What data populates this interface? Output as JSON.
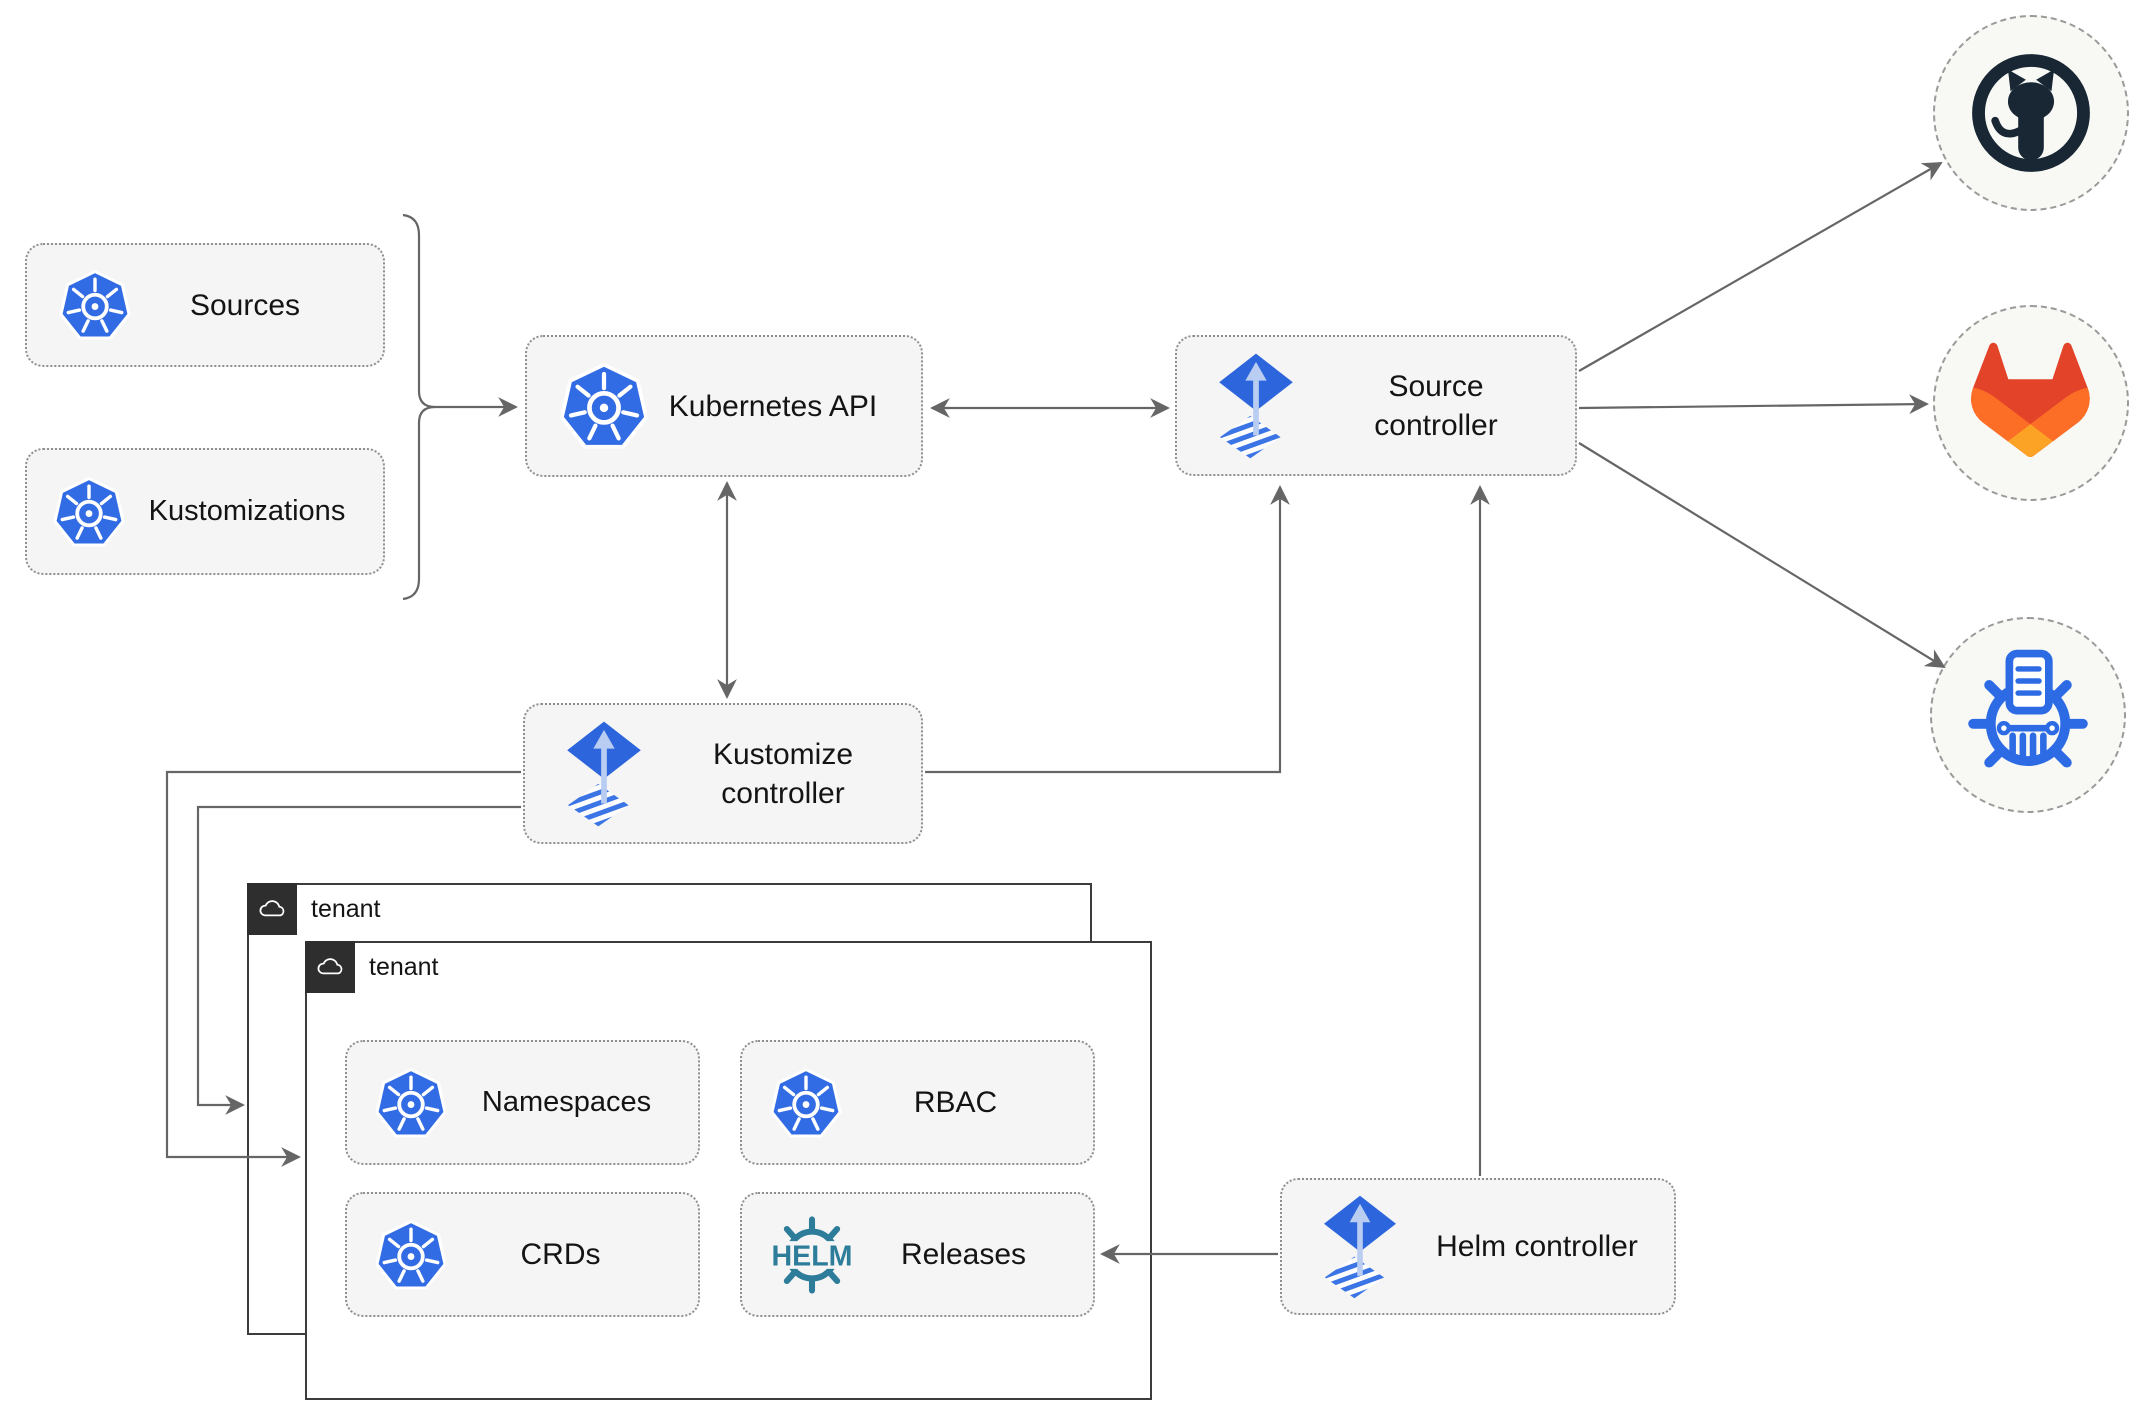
{
  "nodes": {
    "sources": {
      "label": "Sources",
      "icon": "kubernetes"
    },
    "kustomizations": {
      "label": "Kustomizations",
      "icon": "kubernetes"
    },
    "kubernetes_api": {
      "label": "Kubernetes API",
      "icon": "kubernetes"
    },
    "source_controller": {
      "label": "Source controller",
      "icon": "flux"
    },
    "kustomize_controller": {
      "label": "Kustomize controller",
      "icon": "flux"
    },
    "helm_controller": {
      "label": "Helm controller",
      "icon": "flux"
    },
    "namespaces": {
      "label": "Namespaces",
      "icon": "kubernetes"
    },
    "rbac": {
      "label": "RBAC",
      "icon": "kubernetes"
    },
    "crds": {
      "label": "CRDs",
      "icon": "kubernetes"
    },
    "releases": {
      "label": "Releases",
      "icon": "helm",
      "icon_text": "HELM"
    }
  },
  "groups": {
    "tenant_back": {
      "label": "tenant",
      "icon": "cloud"
    },
    "tenant_front": {
      "label": "tenant",
      "icon": "cloud"
    }
  },
  "endpoints": {
    "github": {
      "icon": "github-logo"
    },
    "gitlab": {
      "icon": "gitlab-logo"
    },
    "chart_repository": {
      "icon": "chartmuseum-logo"
    }
  },
  "colors": {
    "kubernetes_blue": "#326ce5",
    "flux_blue": "#2c65dc",
    "flux_light_arrow": "#b9cdf2",
    "helm_teal": "#2d7d9a",
    "github_dark": "#182733",
    "gitlab_red": "#e24329",
    "gitlab_orange": "#fc6d26",
    "gitlab_amber": "#fca326",
    "chartmuseum_blue": "#2d6be5",
    "connector_gray": "#666666",
    "node_fill": "#f5f5f5",
    "tenant_border": "#3c3c3c",
    "tenant_badge": "#2e2e2e"
  }
}
